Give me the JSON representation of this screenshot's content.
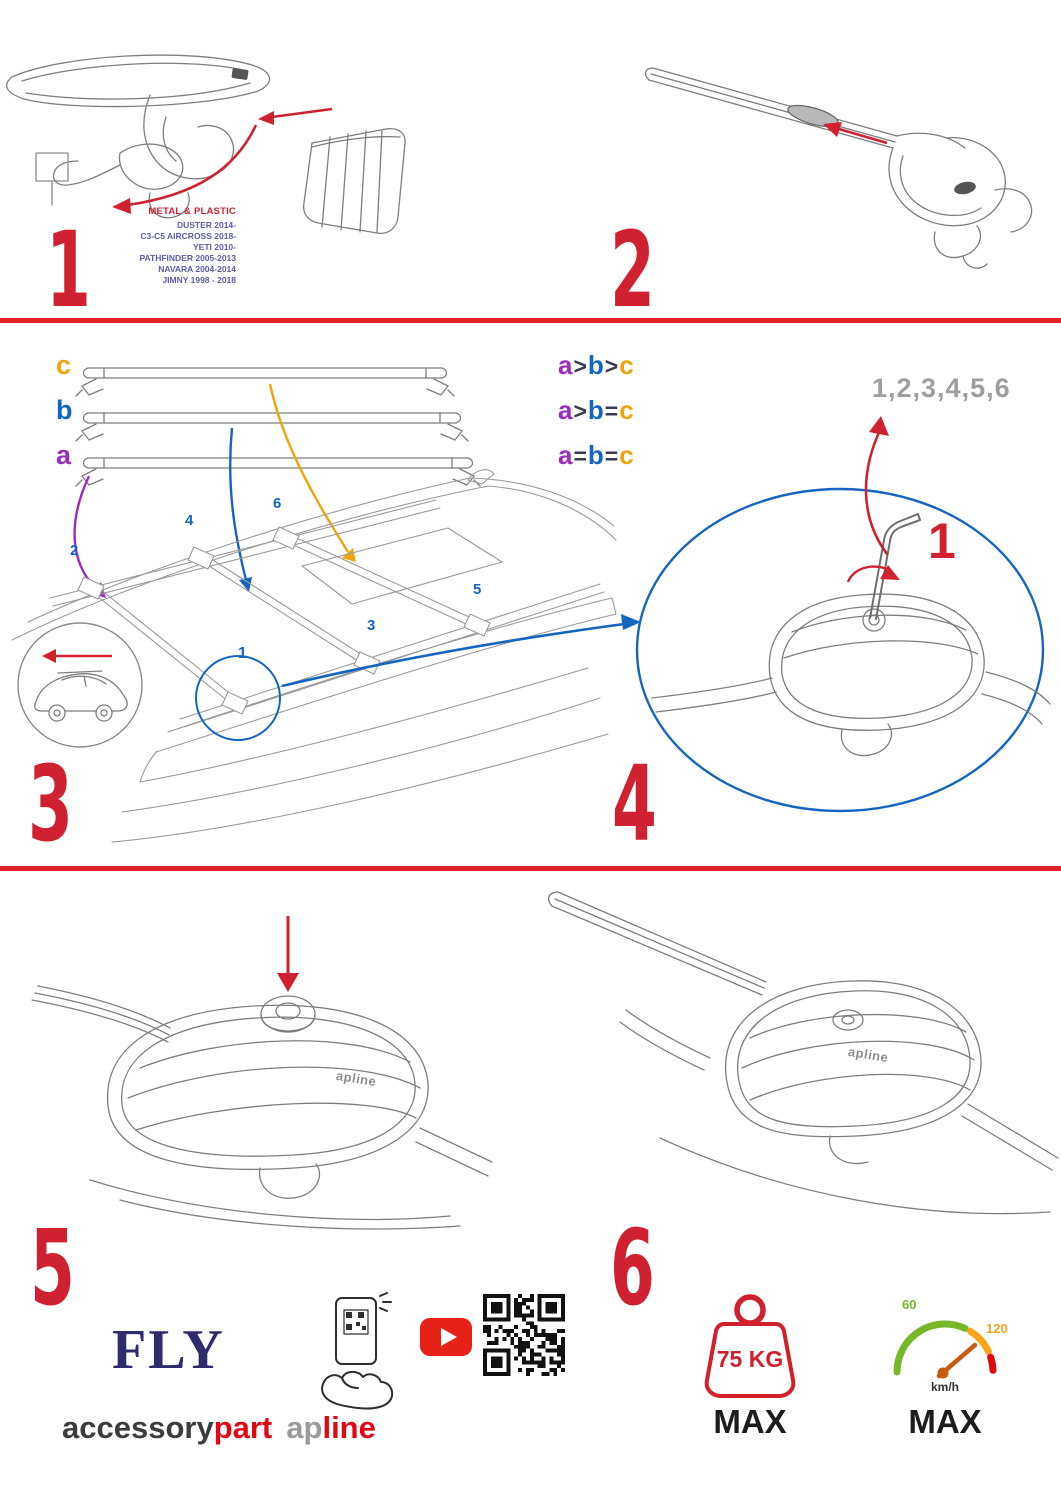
{
  "colors": {
    "accent_red": "#cf2130",
    "brand_red": "#e30613",
    "blue": "#1565c0",
    "purple": "#9c2bbf",
    "orange": "#f0a30a",
    "navy": "#2f2c6e",
    "model_text": "#5b5baa",
    "gray_sequence": "#9e9e9e",
    "speed_green": "#76b82a",
    "speed_amber": "#f9a51a"
  },
  "icons": {
    "youtube": "play-triangle-on-red",
    "qr": "qr-matrix",
    "phone_scan": "hand-holding-phone",
    "weight_limit": "kettlebell-outline",
    "speed_limit": "speedometer-arc"
  },
  "step1": {
    "number": "1",
    "material": "METAL & PLASTIC",
    "models": [
      "DUSTER 2014-",
      "C3-C5 AIRCROSS 2018-",
      "YETI 2010-",
      "PATHFINDER 2005-2013",
      "NAVARA 2004-2014",
      "JIMNY 1998 - 2018"
    ]
  },
  "step2": {
    "number": "2"
  },
  "step3": {
    "number": "3",
    "bars": {
      "a": "a",
      "b": "b",
      "c": "c"
    },
    "legend": [
      [
        "a",
        ">",
        "b",
        ">",
        "c"
      ],
      [
        "a",
        ">",
        "b",
        "=",
        "c"
      ],
      [
        "a",
        "=",
        "b",
        "=",
        "c"
      ]
    ],
    "positions": {
      "p1": "1",
      "p2": "2",
      "p3": "3",
      "p4": "4",
      "p5": "5",
      "p6": "6"
    }
  },
  "step4": {
    "number": "4",
    "sequence": "1,2,3,4,5,6",
    "highlight": "1"
  },
  "step5": {
    "number": "5"
  },
  "step6": {
    "number": "6"
  },
  "branding": {
    "product": "FLY",
    "word1": "accessory",
    "word2": "part",
    "word3": "ap",
    "word4": "line",
    "logo": "apline"
  },
  "limits": {
    "weight": "75 KG",
    "weight_max": "MAX",
    "speed_low": "60",
    "speed_high": "120",
    "speed_unit": "km/h",
    "speed_max": "MAX"
  }
}
